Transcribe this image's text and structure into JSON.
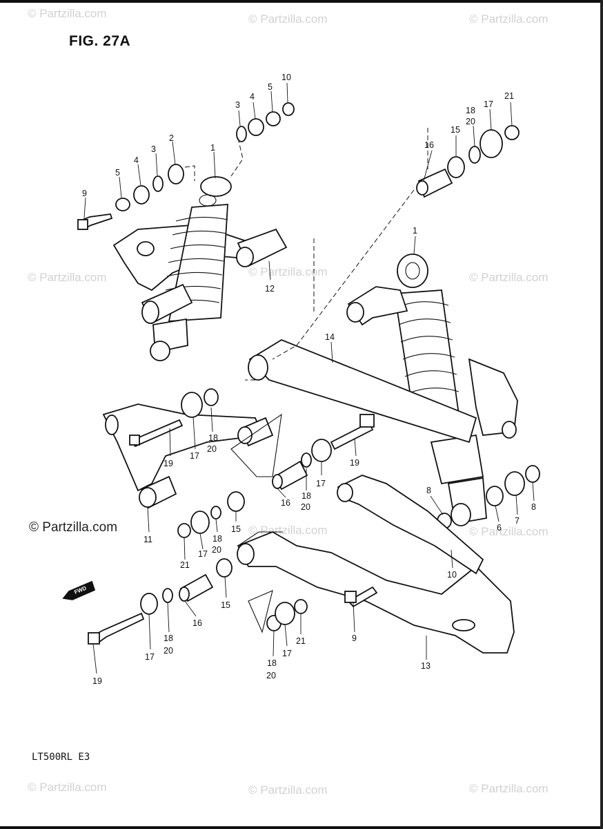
{
  "figure": {
    "title": "FIG. 27A",
    "model_code": "LT500RL  E3",
    "credit": "© Partzilla.com",
    "watermark_text": "© Partzilla.com",
    "forward_arrow_label": "FWD"
  },
  "colors": {
    "ink": "#111111",
    "watermark": "#d2d2d2",
    "paper": "#ffffff"
  },
  "callouts": [
    {
      "id": "c1a",
      "text": "1"
    },
    {
      "id": "c2",
      "text": "2"
    },
    {
      "id": "c3a",
      "text": "3"
    },
    {
      "id": "c3b",
      "text": "3"
    },
    {
      "id": "c4a",
      "text": "4"
    },
    {
      "id": "c4b",
      "text": "4"
    },
    {
      "id": "c5a",
      "text": "5"
    },
    {
      "id": "c5b",
      "text": "5"
    },
    {
      "id": "c9a",
      "text": "9"
    },
    {
      "id": "c10a",
      "text": "10"
    },
    {
      "id": "c12",
      "text": "12"
    },
    {
      "id": "c16a",
      "text": "16"
    },
    {
      "id": "c15a",
      "text": "15"
    },
    {
      "id": "c18a",
      "text": "18"
    },
    {
      "id": "c20a",
      "text": "20"
    },
    {
      "id": "c17a",
      "text": "17"
    },
    {
      "id": "c21a",
      "text": "21"
    },
    {
      "id": "c1b",
      "text": "1"
    },
    {
      "id": "c14",
      "text": "14"
    },
    {
      "id": "c19a",
      "text": "19"
    },
    {
      "id": "c17b",
      "text": "17"
    },
    {
      "id": "c18b",
      "text": "18"
    },
    {
      "id": "c20b",
      "text": "20"
    },
    {
      "id": "c19b",
      "text": "19"
    },
    {
      "id": "c17c",
      "text": "17"
    },
    {
      "id": "c16b",
      "text": "16"
    },
    {
      "id": "c18c",
      "text": "18"
    },
    {
      "id": "c20c",
      "text": "20"
    },
    {
      "id": "c11",
      "text": "11"
    },
    {
      "id": "c15b",
      "text": "15"
    },
    {
      "id": "c21b",
      "text": "21"
    },
    {
      "id": "c17d",
      "text": "17"
    },
    {
      "id": "c18d",
      "text": "18"
    },
    {
      "id": "c20d",
      "text": "20"
    },
    {
      "id": "c8a",
      "text": "8"
    },
    {
      "id": "c6",
      "text": "6"
    },
    {
      "id": "c7",
      "text": "7"
    },
    {
      "id": "c8b",
      "text": "8"
    },
    {
      "id": "c10b",
      "text": "10"
    },
    {
      "id": "c15c",
      "text": "15"
    },
    {
      "id": "c16c",
      "text": "16"
    },
    {
      "id": "c17e",
      "text": "17"
    },
    {
      "id": "c18e",
      "text": "18"
    },
    {
      "id": "c20e",
      "text": "20"
    },
    {
      "id": "c19c",
      "text": "19"
    },
    {
      "id": "c9b",
      "text": "9"
    },
    {
      "id": "c21c",
      "text": "21"
    },
    {
      "id": "c17f",
      "text": "17"
    },
    {
      "id": "c18f",
      "text": "18"
    },
    {
      "id": "c20f",
      "text": "20"
    },
    {
      "id": "c13",
      "text": "13"
    }
  ]
}
